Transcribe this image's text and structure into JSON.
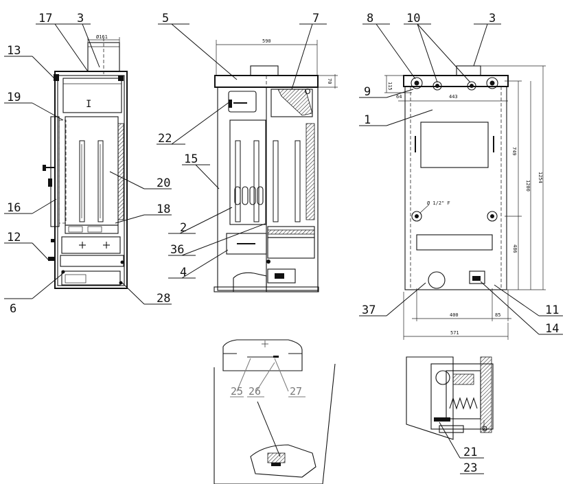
{
  "callouts": {
    "left": [
      "17",
      "3",
      "13",
      "19",
      "16",
      "12",
      "6",
      "20",
      "18",
      "28"
    ],
    "middle": [
      "5",
      "7",
      "22",
      "15",
      "2",
      "36",
      "4"
    ],
    "right": [
      "8",
      "10",
      "3",
      "9",
      "1",
      "37",
      "11",
      "14"
    ],
    "detail_top": [
      "25",
      "26",
      "27"
    ],
    "detail_right": [
      "21",
      "23"
    ]
  },
  "dimensions": {
    "flue_diameter": "Ø161",
    "width_middle": "590",
    "top_offset": "70",
    "d115": "115",
    "d64": "64",
    "d443": "443",
    "d749": "749",
    "d1200": "1200",
    "d1254": "1254",
    "d486": "486",
    "d400": "400",
    "d85": "85",
    "d571": "571",
    "hole_label": "Ø 1/2\" F"
  },
  "panel_marks": {
    "roman_one": "I"
  }
}
